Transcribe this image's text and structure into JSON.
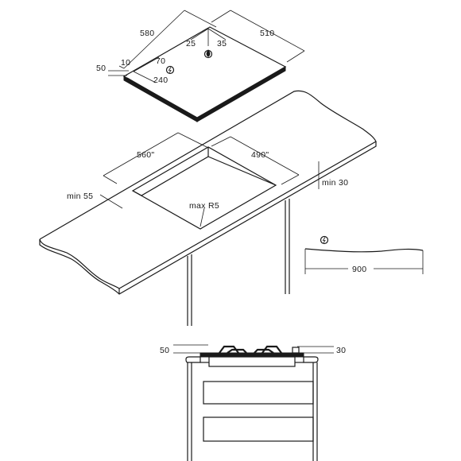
{
  "hob": {
    "width": "580",
    "depth": "510",
    "thickness": "50",
    "edge": "10",
    "gas_offset_x": "25",
    "gas_offset_y": "35",
    "elec_offset_x": "70",
    "elec_offset_y": "240",
    "gas_icon": "flame-icon",
    "elec_icon": "electric-icon"
  },
  "cutout": {
    "width": "560\"",
    "depth": "490\"",
    "front_margin": "min 55",
    "back_margin": "min 30",
    "radius": "max R5"
  },
  "cable": {
    "length": "900",
    "icon": "electric-icon"
  },
  "section": {
    "left": "50",
    "right": "30"
  }
}
